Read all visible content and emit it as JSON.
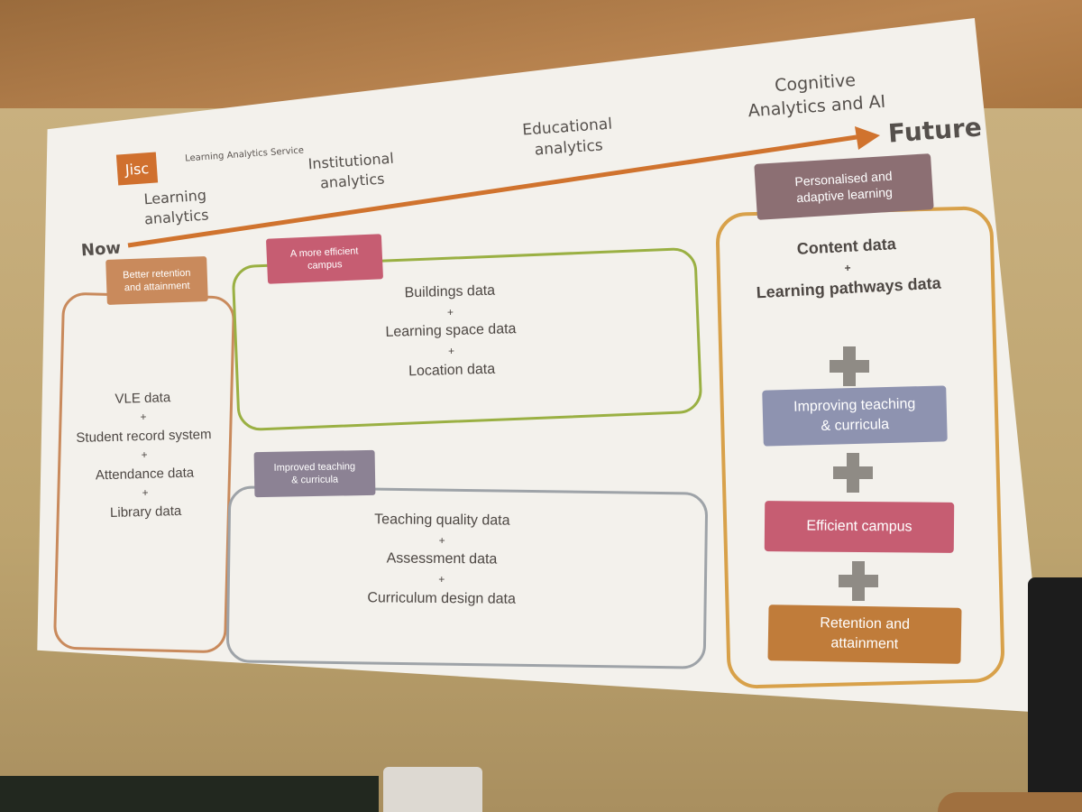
{
  "header": {
    "logo": "Jisc",
    "service_name": "Learning Analytics Service"
  },
  "timeline": {
    "start_label": "Now",
    "end_label": "Future",
    "stages": [
      "Learning\nanalytics",
      "Institutional\nanalytics",
      "Educational\nanalytics",
      "Cognitive\nAnalytics and AI"
    ],
    "arrow_color": "#d0732e"
  },
  "retention": {
    "tag": "Better retention\nand attainment",
    "items": [
      "VLE data",
      "+",
      "Student record system",
      "+",
      "Attendance data",
      "+",
      "Library data"
    ],
    "color": "#c98a5c"
  },
  "campus": {
    "tag": "A more efficient\ncampus",
    "items": [
      "Buildings data",
      "+",
      "Learning space data",
      "+",
      "Location data"
    ],
    "color": "#9ab043",
    "tag_color": "#c65d72"
  },
  "teaching": {
    "tag": "Improved teaching\n& curricula",
    "items": [
      "Teaching quality data",
      "+",
      "Assessment data",
      "+",
      "Curriculum design data"
    ],
    "color": "#9ea3a8",
    "tag_color": "#8c8294"
  },
  "future": {
    "tag": "Personalised and\nadaptive learning",
    "tag_color": "#8c6f73",
    "border_color": "#d8a14a",
    "content_items": [
      "Content data",
      "+",
      "Learning pathways data"
    ],
    "pills": [
      {
        "label": "Improving teaching\n& curricula",
        "color": "#8e93b0"
      },
      {
        "label": "Efficient campus",
        "color": "#c65d72"
      },
      {
        "label": "Retention and\nattainment",
        "color": "#c07c3a"
      }
    ]
  }
}
